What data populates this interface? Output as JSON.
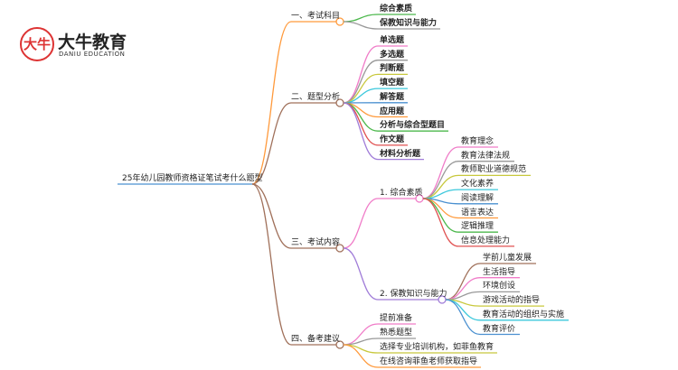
{
  "logo": {
    "mark": "大牛",
    "name": "大牛教育",
    "subtitle": "DANIU EDUCATION"
  },
  "root": "25年幼儿园教师资格证笔试考什么题型",
  "branches": [
    {
      "label": "一、考试科目",
      "color": "#ff9a3c",
      "children": [
        {
          "label": "综合素质",
          "color": "#4cb84c"
        },
        {
          "label": "保教知识与能力",
          "color": "#999999"
        }
      ]
    },
    {
      "label": "二、题型分析",
      "color": "#a0705a",
      "children": [
        {
          "label": "单选题",
          "color": "#f07cc8"
        },
        {
          "label": "多选题",
          "color": "#999999"
        },
        {
          "label": "判断题",
          "color": "#c8c83c"
        },
        {
          "label": "填空题",
          "color": "#3cc8dc"
        },
        {
          "label": "解答题",
          "color": "#4a90d0"
        },
        {
          "label": "应用题",
          "color": "#ff9a3c"
        },
        {
          "label": "分析与综合型题目",
          "color": "#4cb84c"
        },
        {
          "label": "作文题",
          "color": "#e05050"
        },
        {
          "label": "材料分析题",
          "color": "#a07cd8"
        }
      ]
    },
    {
      "label": "三、考试内容",
      "color": "#a0705a",
      "subs": [
        {
          "label": "1. 综合素质",
          "color": "#f07cc8",
          "children": [
            {
              "label": "教育理念",
              "color": "#f07cc8"
            },
            {
              "label": "教育法律法规",
              "color": "#999999"
            },
            {
              "label": "教师职业道德规范",
              "color": "#c8c83c"
            },
            {
              "label": "文化素养",
              "color": "#3cc8dc"
            },
            {
              "label": "阅读理解",
              "color": "#4a90d0"
            },
            {
              "label": "语言表达",
              "color": "#ff9a3c"
            },
            {
              "label": "逻辑推理",
              "color": "#4cb84c"
            },
            {
              "label": "信息处理能力",
              "color": "#e05050"
            }
          ]
        },
        {
          "label": "2. 保教知识与能力",
          "color": "#a07cd8",
          "children": [
            {
              "label": "学前儿童发展",
              "color": "#a0705a"
            },
            {
              "label": "生活指导",
              "color": "#f07cc8"
            },
            {
              "label": "环境创设",
              "color": "#999999"
            },
            {
              "label": "游戏活动的指导",
              "color": "#c8c83c"
            },
            {
              "label": "教育活动的组织与实施",
              "color": "#3cc8dc"
            },
            {
              "label": "教育评价",
              "color": "#4a90d0"
            }
          ]
        }
      ]
    },
    {
      "label": "四、备考建议",
      "color": "#a0705a",
      "children": [
        {
          "label": "提前准备",
          "color": "#f07cc8"
        },
        {
          "label": "熟悉题型",
          "color": "#999999"
        },
        {
          "label": "选择专业培训机构，如菲鱼教育",
          "color": "#c8c83c"
        },
        {
          "label": "在线咨询菲鱼老师获取指导",
          "color": "#ff9a3c"
        }
      ]
    }
  ]
}
